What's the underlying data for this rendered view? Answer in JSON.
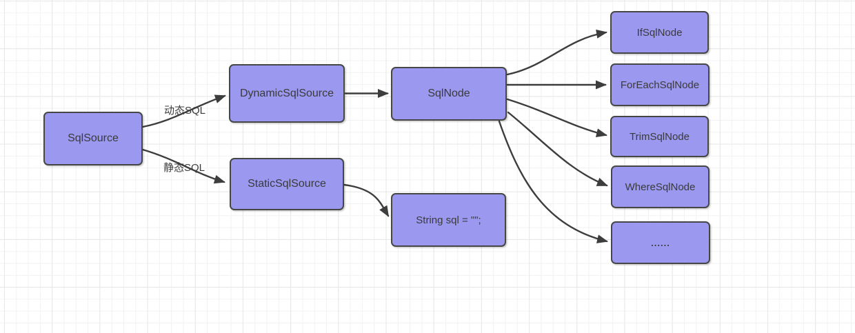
{
  "diagram": {
    "colors": {
      "node_fill": "#9b98f0",
      "node_border": "#464646",
      "edge_stroke": "#3d3d3d",
      "grid_minor": "#f2f2f4",
      "grid_major": "#e7e7e9",
      "canvas_background": "#ffffff"
    },
    "nodes": [
      {
        "id": "sql-source",
        "label": "SqlSource"
      },
      {
        "id": "dynamic-sql-source",
        "label": "DynamicSqlSource"
      },
      {
        "id": "static-sql-source",
        "label": "StaticSqlSource"
      },
      {
        "id": "sql-node",
        "label": "SqlNode"
      },
      {
        "id": "string-sql",
        "label": "String sql = \"\";"
      },
      {
        "id": "if-sql-node",
        "label": "IfSqlNode"
      },
      {
        "id": "foreach-sql-node",
        "label": "ForEachSqlNode"
      },
      {
        "id": "trim-sql-node",
        "label": "TrimSqlNode"
      },
      {
        "id": "where-sql-node",
        "label": "WhereSqlNode"
      },
      {
        "id": "etc-node",
        "label": "......"
      }
    ],
    "edge_labels": [
      {
        "id": "dynamic",
        "text": "动态SQL"
      },
      {
        "id": "static",
        "text": "静态SQL"
      }
    ],
    "edges": [
      {
        "from": "sql-source",
        "to": "dynamic-sql-source",
        "label": "动态SQL"
      },
      {
        "from": "sql-source",
        "to": "static-sql-source",
        "label": "静态SQL"
      },
      {
        "from": "dynamic-sql-source",
        "to": "sql-node",
        "label": ""
      },
      {
        "from": "static-sql-source",
        "to": "string-sql",
        "label": ""
      },
      {
        "from": "sql-node",
        "to": "if-sql-node",
        "label": ""
      },
      {
        "from": "sql-node",
        "to": "foreach-sql-node",
        "label": ""
      },
      {
        "from": "sql-node",
        "to": "trim-sql-node",
        "label": ""
      },
      {
        "from": "sql-node",
        "to": "where-sql-node",
        "label": ""
      },
      {
        "from": "sql-node",
        "to": "etc-node",
        "label": ""
      }
    ]
  }
}
